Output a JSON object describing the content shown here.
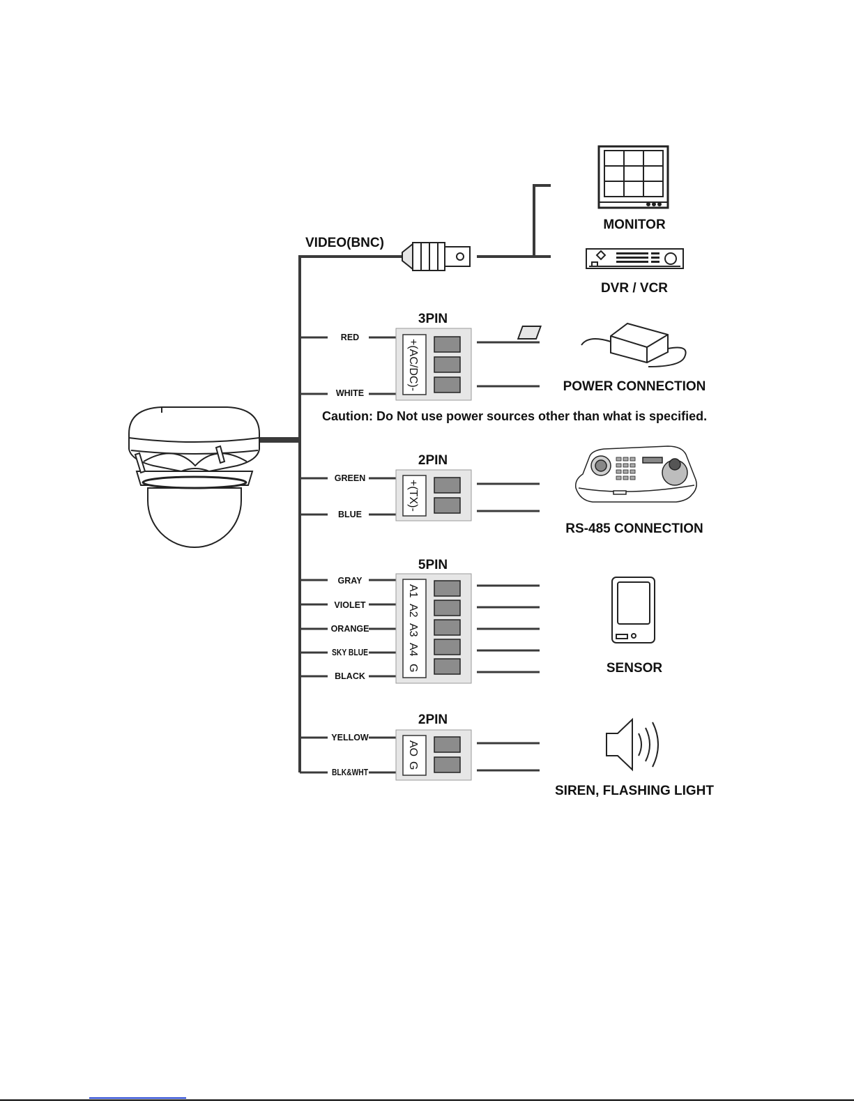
{
  "video": {
    "label": "VIDEO(BNC)"
  },
  "devices": {
    "monitor": "MONITOR",
    "dvr": "DVR / VCR",
    "power": "POWER CONNECTION",
    "rs485": "RS-485 CONNECTION",
    "sensor": "SENSOR",
    "siren": "SIREN, FLASHING LIGHT"
  },
  "caution": "Caution: Do Not use power sources other than what is specified.",
  "connectors": {
    "power": {
      "title": "3PIN",
      "pin_label": "+(AC/DC)-",
      "wires": [
        "RED",
        "WHITE"
      ]
    },
    "rs485": {
      "title": "2PIN",
      "pin_label": "+(TX)-",
      "wires": [
        "GREEN",
        "BLUE"
      ]
    },
    "sensor": {
      "title": "5PIN",
      "pins": [
        "A1",
        "A2",
        "A3",
        "A4",
        "G"
      ],
      "wires": [
        "GRAY",
        "VIOLET",
        "ORANGE",
        "SKY BLUE",
        "BLACK"
      ]
    },
    "alarm": {
      "title": "2PIN",
      "pins": [
        "AO",
        "G"
      ],
      "wires": [
        "YELLOW",
        "BLK&WHT"
      ]
    }
  },
  "colors": {
    "line": "#3a3a3a",
    "terminal_fill": "#8c8c8c",
    "housing": "#e6e6e6"
  }
}
